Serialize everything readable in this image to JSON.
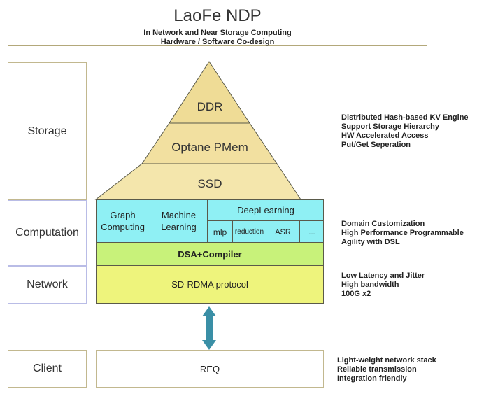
{
  "header": {
    "title": "LaoFe NDP",
    "subtitle1": "In Network and Near Storage Computing",
    "subtitle2": "Hardware / Software Co-design"
  },
  "side_labels": {
    "storage": "Storage",
    "computation": "Computation",
    "network": "Network",
    "client": "Client"
  },
  "pyramid": {
    "ddr": "DDR",
    "optane": "Optane PMem",
    "ssd": "SSD"
  },
  "computation": {
    "graph": [
      "Graph",
      "Computing"
    ],
    "ml": [
      "Machine",
      "Learning"
    ],
    "dl": "DeepLearning",
    "dl_items": [
      "mlp",
      "reduction",
      "ASR",
      "..."
    ]
  },
  "dsa": "DSA+Compiler",
  "rdma": "SD-RDMA protocol",
  "req": "REQ",
  "notes": {
    "storage": [
      "Distributed Hash-based KV Engine",
      "Support Storage Hierarchy",
      "HW Accelerated Access",
      "Put/Get Seperation"
    ],
    "computation": [
      "Domain Customization",
      "High Performance Programmable",
      "Agility with DSL"
    ],
    "network": [
      "Low Latency and Jitter",
      "High bandwidth",
      "100G x2"
    ],
    "client": [
      "Light-weight network stack",
      "Reliable transmission",
      "Integration friendly"
    ]
  },
  "colors": {
    "ddr": "#efdc96",
    "optane": "#f2e0a0",
    "ssd": "#f4e6ac",
    "cyan": "#8ff0f4",
    "green": "#c8f27a",
    "yellow": "#eef47c",
    "arrow": "#3a8fa6"
  }
}
